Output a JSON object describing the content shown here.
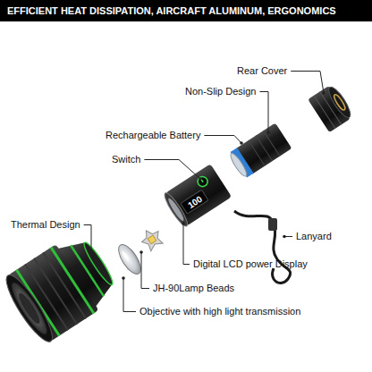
{
  "diagram": {
    "title": "EFFICIENT HEAT DISSIPATION, AIRCRAFT ALUMINUM, ERGONOMICS",
    "labels": [
      "Rear Cover",
      "Non-Slip Design",
      "Rechargeable Battery",
      "Switch",
      "100",
      "Thermal Design",
      "Lanyard",
      "Digital LCD power Display",
      "JH-90Lamp Beads",
      "Objective with high light transmission"
    ]
  }
}
